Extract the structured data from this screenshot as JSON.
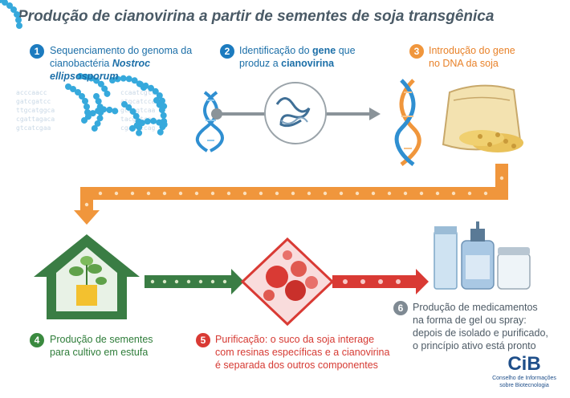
{
  "title": "Produção de cianovirina a partir de sementes de soja transgênica",
  "steps": [
    {
      "number": "1",
      "line1": "Sequenciamento do genoma da",
      "line2_plain": "cianobactéria ",
      "line2_italic": "Nostroc ellipsosporum"
    },
    {
      "number": "2",
      "line1_plain": "Identificação do ",
      "line1_bold": "gene",
      "line1_end": " que",
      "line2_plain": "produz a ",
      "line2_bold": "cianovirina"
    },
    {
      "number": "3",
      "line1": "Introdução do gene",
      "line2": "no DNA da soja"
    },
    {
      "number": "4",
      "line1": "Produção de sementes",
      "line2": "para cultivo em estufa"
    },
    {
      "number": "5",
      "line1": "Purificação: o suco da soja interage",
      "line2": "com resinas específicas e a cianovirina",
      "line3": "é separada dos outros componentes"
    },
    {
      "number": "6",
      "line1": "Produção de medicamentos",
      "line2": "na forma de gel ou spray:",
      "line3": "depois de isolado e purificado,",
      "line4": "o princípio ativo está pronto"
    }
  ],
  "logo": {
    "name": "CiB",
    "line1": "Conselho de Informações",
    "line2": "sobre Biotecnologia"
  },
  "colors": {
    "blue": "#1c7bbf",
    "orange": "#f0963c",
    "green": "#3a8a3f",
    "red": "#d93a34",
    "gray": "#7f8a93"
  }
}
